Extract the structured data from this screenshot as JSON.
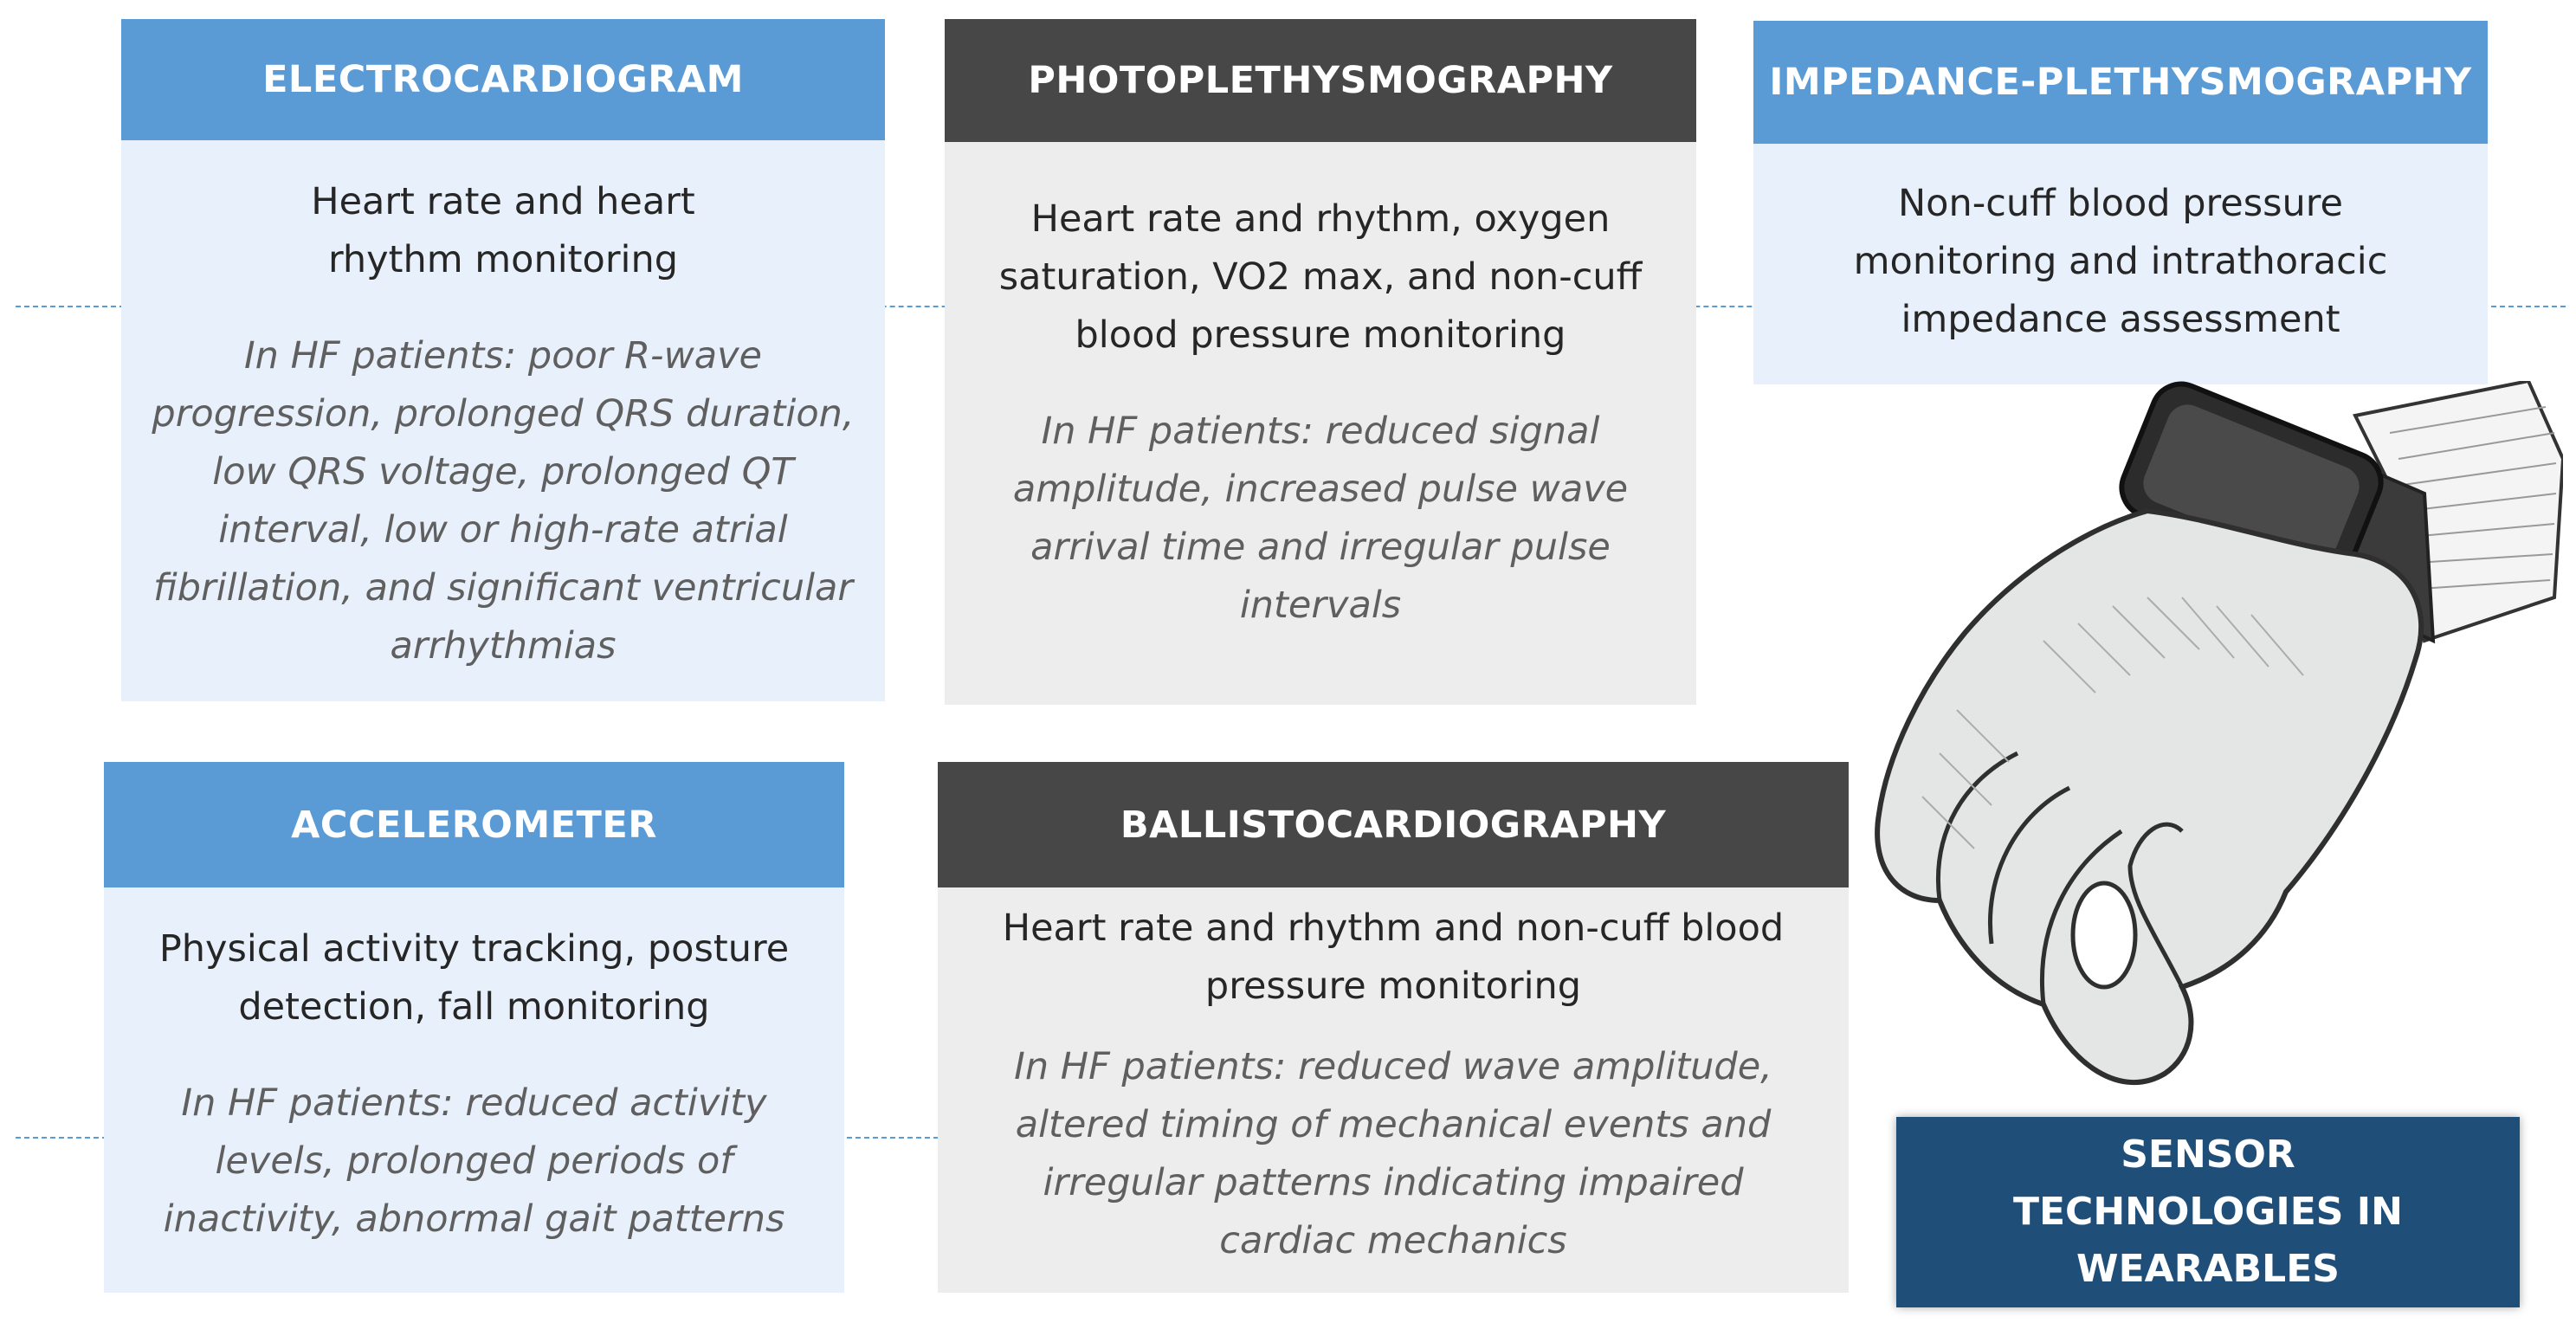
{
  "cards": [
    {
      "title": "ELECTROCARDIOGRAM",
      "description": "Heart rate and heart rhythm monitoring",
      "hf": "In HF patients: poor R-wave progression, prolonged QRS duration, low QRS voltage, prolonged QT interval, low or high-rate atrial fibrillation, and significant ventricular arrhythmias"
    },
    {
      "title": "PHOTOPLETHYSMOGRAPHY",
      "description": "Heart rate and rhythm, oxygen saturation, VO2 max, and non-cuff blood pressure monitoring",
      "hf": "In HF patients: reduced signal amplitude, increased pulse wave arrival time and irregular pulse intervals"
    },
    {
      "title": "IMPEDANCE-PLETHYSMOGRAPHY",
      "description": "Non-cuff blood pressure monitoring and intrathoracic impedance assessment",
      "hf": ""
    },
    {
      "title": "ACCELEROMETER",
      "description": "Physical activity tracking, posture detection, fall monitoring",
      "hf": "In HF patients: reduced activity levels, prolonged periods of inactivity, abnormal gait patterns"
    },
    {
      "title": "BALLISTOCARDIOGRAPHY",
      "description": "Heart rate and rhythm and non-cuff blood pressure monitoring",
      "hf": "In HF patients: reduced wave amplitude, altered timing of mechanical events and irregular patterns indicating impaired cardiac mechanics"
    }
  ],
  "summary": {
    "label": "SENSOR TECHNOLOGIES IN WEARABLES"
  },
  "illustration": {
    "icon": "hand-with-smartwatch-icon"
  },
  "colors": {
    "header_blue": "#5b9bd5",
    "header_dark": "#474747",
    "body_blue": "#e8f1fb",
    "body_gray": "#ededed",
    "summary_navy": "#1f4e79",
    "connector": "#5b9bd5"
  }
}
